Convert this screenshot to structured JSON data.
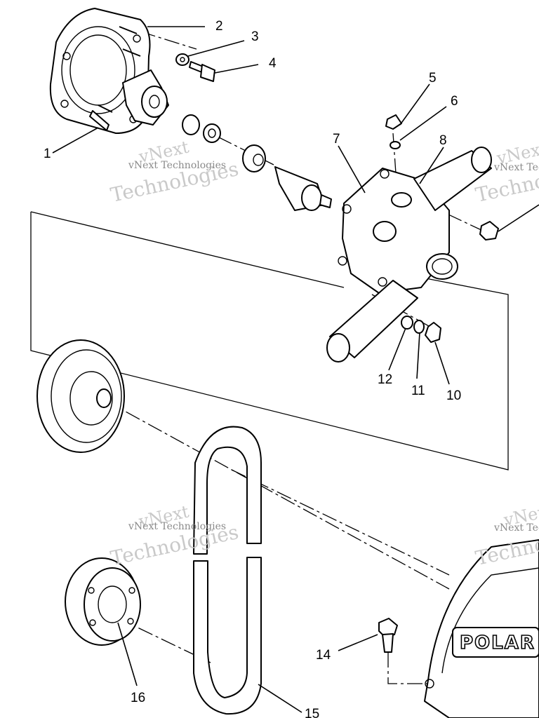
{
  "callouts": [
    "1",
    "2",
    "3",
    "4",
    "5",
    "6",
    "7",
    "8",
    "10",
    "11",
    "12",
    "14",
    "15",
    "16"
  ],
  "watermark": {
    "small": "vNext Technologies",
    "big_line1": "vNext",
    "big_line2": "Technologies"
  },
  "logo_text": "POLAR"
}
